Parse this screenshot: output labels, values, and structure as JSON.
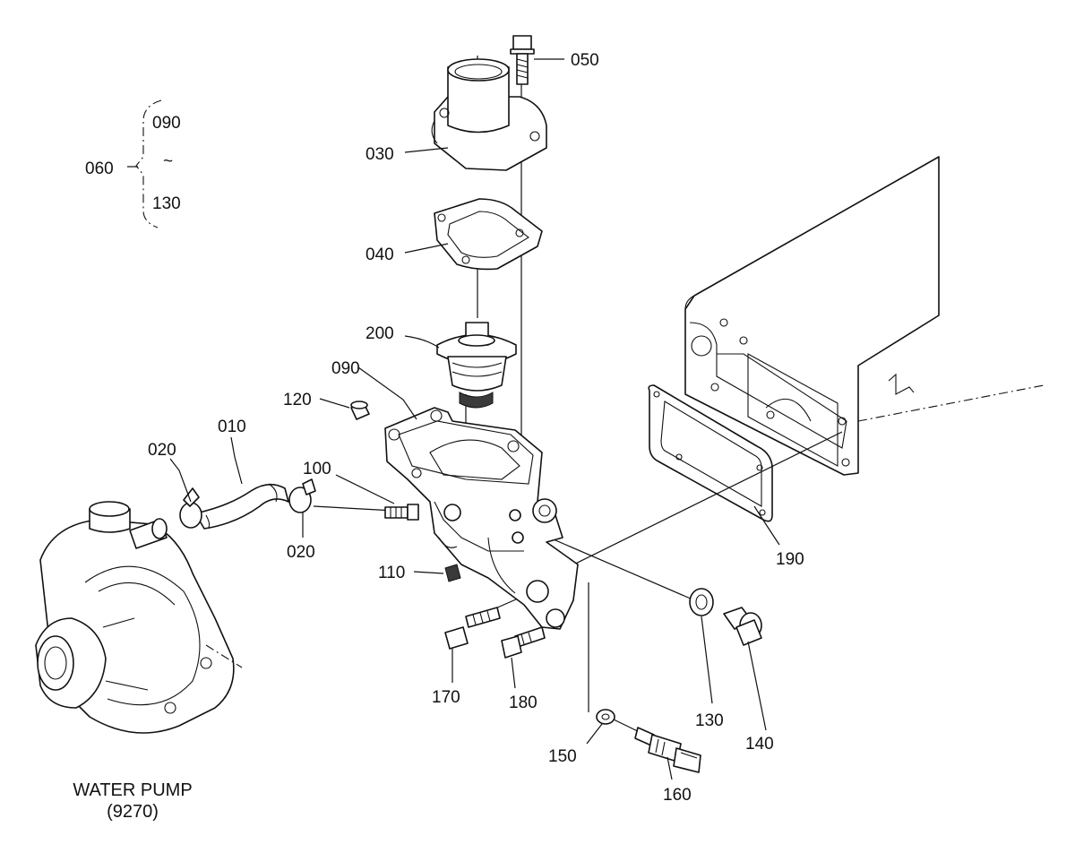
{
  "parts": {
    "p050": "050",
    "p030": "030",
    "p040": "040",
    "p200": "200",
    "p090": "090",
    "p120": "120",
    "p010": "010",
    "p020a": "020",
    "p020b": "020",
    "p100": "100",
    "p110": "110",
    "p170": "170",
    "p180": "180",
    "p130": "130",
    "p140": "140",
    "p150": "150",
    "p160": "160",
    "p190": "190"
  },
  "bracket": {
    "group": "060",
    "from": "090",
    "tilde": "~",
    "to": "130"
  },
  "caption": {
    "line1": "WATER PUMP",
    "line2": "(9270)"
  }
}
